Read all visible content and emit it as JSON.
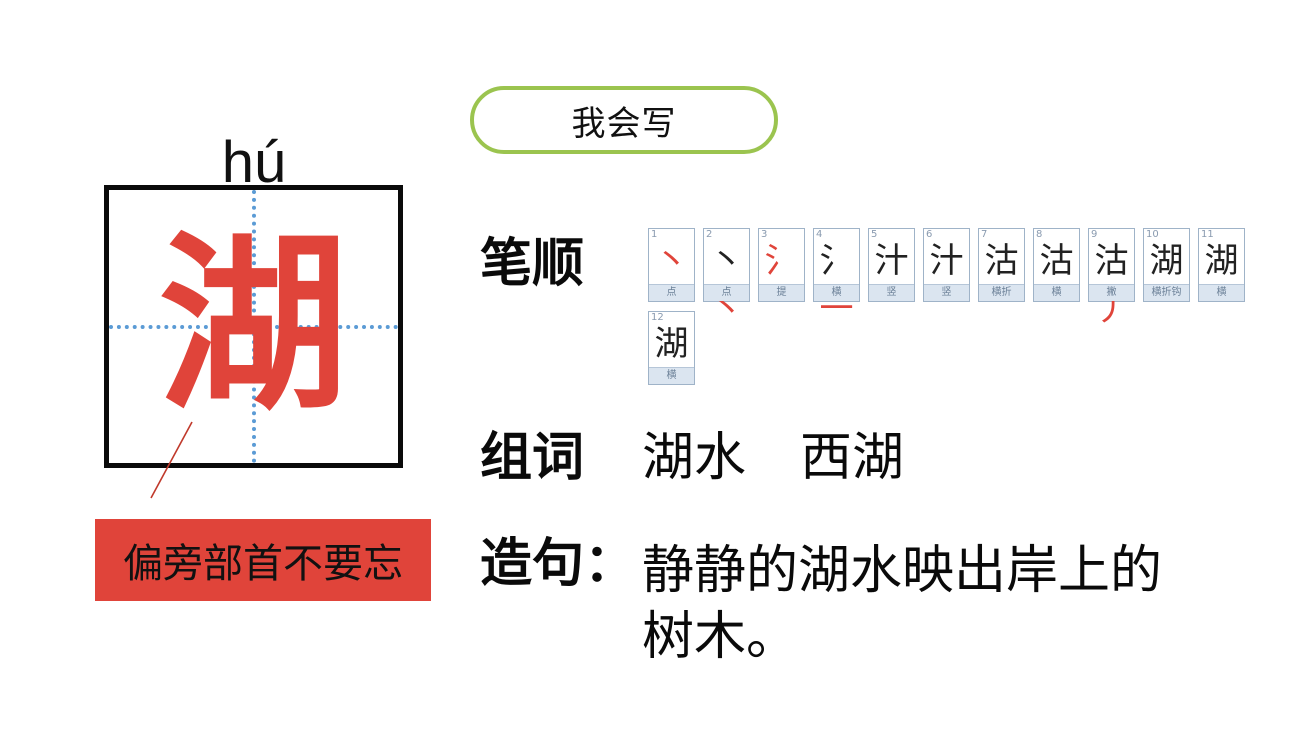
{
  "title": {
    "label": "我会写",
    "border_color": "#9bc44f"
  },
  "character": {
    "glyph": "湖",
    "pinyin": "hú",
    "glyph_color": "#e0443a",
    "guide_color": "#5b9bd5"
  },
  "radical_note": {
    "text": "偏旁部首不要忘",
    "background": "#e0443a"
  },
  "stroke_order": {
    "label": "笔顺",
    "strokes": [
      {
        "n": "1",
        "glyph_done": "",
        "glyph_new": "丶",
        "name": "点"
      },
      {
        "n": "2",
        "glyph_done": "丶",
        "glyph_new": "丶",
        "name": "点"
      },
      {
        "n": "3",
        "glyph_done": "",
        "glyph_new": "氵",
        "name": "提"
      },
      {
        "n": "4",
        "glyph_done": "氵",
        "glyph_new": "一",
        "name": "横"
      },
      {
        "n": "5",
        "glyph_done": "汁",
        "glyph_new": "",
        "name": "竖"
      },
      {
        "n": "6",
        "glyph_done": "汁",
        "glyph_new": "",
        "name": "竖"
      },
      {
        "n": "7",
        "glyph_done": "沽",
        "glyph_new": "",
        "name": "横折"
      },
      {
        "n": "8",
        "glyph_done": "沽",
        "glyph_new": "",
        "name": "横"
      },
      {
        "n": "9",
        "glyph_done": "沽",
        "glyph_new": "丿",
        "name": "撇"
      },
      {
        "n": "10",
        "glyph_done": "湖",
        "glyph_new": "",
        "name": "横折钩"
      },
      {
        "n": "11",
        "glyph_done": "湖",
        "glyph_new": "",
        "name": "横"
      },
      {
        "n": "12",
        "glyph_done": "湖",
        "glyph_new": "",
        "name": "横"
      }
    ]
  },
  "words": {
    "label": "组词",
    "items": [
      "湖水",
      "西湖"
    ]
  },
  "sentence": {
    "label": "造句：",
    "text": "静静的湖水映出岸上的树木。"
  }
}
